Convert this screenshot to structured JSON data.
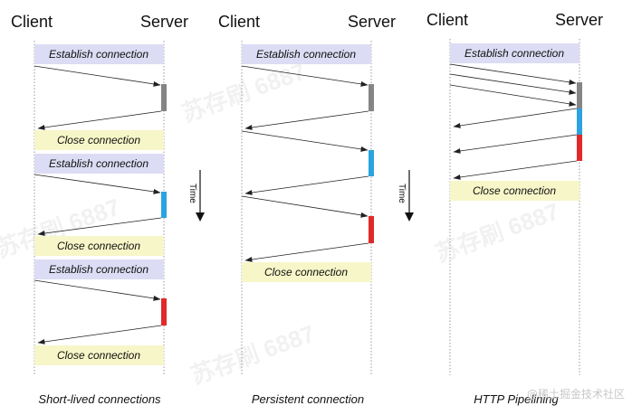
{
  "colors": {
    "establish_fill": "#dcdcf4",
    "close_fill": "#f6f6c8",
    "server_gray": "#858585",
    "server_blue": "#2ba3e0",
    "server_red": "#e02a2a",
    "lifeline": "#9a9a9a",
    "arrow": "#222222"
  },
  "watermark": {
    "text": "苏存刷 6887"
  },
  "credit": {
    "text": "@稀土掘金技术社区"
  },
  "time_label": "Time",
  "diagrams": [
    {
      "client_label": "Client",
      "server_label": "Server",
      "caption": "Short-lived connections",
      "establish": [
        {
          "text": "Establish connection"
        },
        {
          "text": "Establish connection"
        },
        {
          "text": "Establish connection"
        }
      ],
      "close": [
        {
          "text": "Close connection"
        },
        {
          "text": "Close connection"
        },
        {
          "text": "Close connection"
        }
      ]
    },
    {
      "client_label": "Client",
      "server_label": "Server",
      "caption": "Persistent connection",
      "establish": [
        {
          "text": "Establish connection"
        }
      ],
      "close": [
        {
          "text": "Close connection"
        }
      ]
    },
    {
      "client_label": "Client",
      "server_label": "Server",
      "caption": "HTTP Pipelining",
      "establish": [
        {
          "text": "Establish connection"
        }
      ],
      "close": [
        {
          "text": "Close connection"
        }
      ]
    }
  ]
}
